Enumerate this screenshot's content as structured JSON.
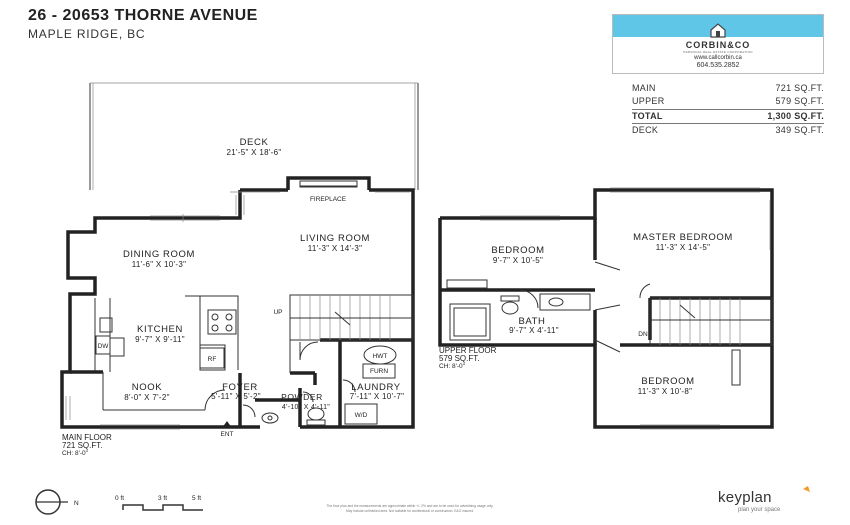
{
  "header": {
    "address": "26 - 20653 THORNE AVENUE",
    "city": "MAPLE RIDGE, BC"
  },
  "brand": {
    "name": "CORBIN&CO",
    "tagline": "PERSONAL REAL ESTATE CORPORATION",
    "website": "www.callcorbin.ca",
    "phone": "604.535.2852",
    "accent_color": "#5fc6e8"
  },
  "areas": [
    {
      "label": "MAIN",
      "value": "721 SQ.FT."
    },
    {
      "label": "UPPER",
      "value": "579 SQ.FT."
    },
    {
      "label": "TOTAL",
      "value": "1,300 SQ.FT."
    },
    {
      "label": "DECK",
      "value": "349 SQ.FT."
    }
  ],
  "rooms": {
    "deck": {
      "name": "DECK",
      "dim": "21'-5\" X 18'-6\""
    },
    "fireplace": {
      "name": "FIREPLACE"
    },
    "living": {
      "name": "LIVING ROOM",
      "dim": "11'-3\" X 14'-3\""
    },
    "dining": {
      "name": "DINING ROOM",
      "dim": "11'-6\" X 10'-3\""
    },
    "kitchen": {
      "name": "KITCHEN",
      "dim": "9'-7\" X 9'-11\""
    },
    "nook": {
      "name": "NOOK",
      "dim": "8'-0\" X 7'-2\""
    },
    "foyer": {
      "name": "FOYER",
      "dim": "5'-11\" X 5'-2\""
    },
    "powder": {
      "name": "POWDER",
      "dim": "4'-10\" X 4'-11\""
    },
    "laundry": {
      "name": "LAUNDRY",
      "dim": "7'-11\" X 10'-7\""
    },
    "bedroom1": {
      "name": "BEDROOM",
      "dim": "9'-7\" X 10'-5\""
    },
    "master": {
      "name": "MASTER BEDROOM",
      "dim": "11'-3\" X 14'-5\""
    },
    "bath": {
      "name": "BATH",
      "dim": "9'-7\" X 4'-11\""
    },
    "bedroom2": {
      "name": "BEDROOM",
      "dim": "11'-3\" X 10'-8\""
    }
  },
  "labels": {
    "dw": "DW",
    "rf": "RF",
    "hwt": "HWT",
    "furn": "FURN",
    "wd": "W/D",
    "up": "UP",
    "dn": "DN",
    "ent": "ENT"
  },
  "floors": {
    "main": {
      "name": "MAIN FLOOR",
      "area": "721 SQ.FT.",
      "ceiling": "CH: 8'-0\""
    },
    "upper": {
      "name": "UPPER FLOOR",
      "area": "579 SQ.FT.",
      "ceiling": "CH: 8'-0\""
    }
  },
  "scale": {
    "north": "N",
    "ticks": [
      "0 ft",
      "3 ft",
      "5 ft"
    ]
  },
  "disclaimer": {
    "line1": "The floor plan and the measurements are approximate within +/- 2% and are to be used for advertising usage only.",
    "line2": "May include unfinished area. Not suitable for architectural or construction. E&O insured."
  },
  "keyplan": {
    "name": "keyplan",
    "tagline": "plan your space",
    "accent_color": "#f39a2b"
  }
}
